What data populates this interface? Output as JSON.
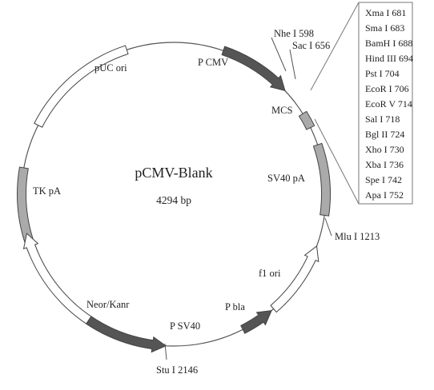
{
  "plasmid": {
    "name": "pCMV-Blank",
    "size": "4294 bp"
  },
  "features": [
    {
      "id": "pcmv",
      "label": "P CMV",
      "fill": "#555555"
    },
    {
      "id": "puc",
      "label": "pUC ori",
      "fill": "#ffffff"
    },
    {
      "id": "tkpa",
      "label": "TK pA",
      "fill": "#aaaaaa"
    },
    {
      "id": "neo",
      "label": "Neor/Kanr",
      "fill": "#ffffff"
    },
    {
      "id": "psv40",
      "label": "P SV40",
      "fill": "#555555"
    },
    {
      "id": "pbla",
      "label": "P bla",
      "fill": "#555555"
    },
    {
      "id": "f1",
      "label": "f1 ori",
      "fill": "#ffffff"
    },
    {
      "id": "sv40pa",
      "label": "SV40 pA",
      "fill": "#aaaaaa"
    },
    {
      "id": "mcs",
      "label": "MCS",
      "fill": "#aaaaaa"
    }
  ],
  "sites": {
    "nhe": "Nhe I 598",
    "sac": "Sac I 656",
    "mlu": "Mlu I 1213",
    "stu": "Stu I 2146"
  },
  "mcs_sites": [
    "Xma I 681",
    "Sma I 683",
    "BamH I 688",
    "Hind  III 694",
    "Pst I 704",
    "EcoR I 706",
    "EcoR V 714",
    "Sal I 718",
    "Bgl II 724",
    "Xho I 730",
    "Xba I 736",
    "Spe I 742",
    "Apa I 752"
  ],
  "colors": {
    "dark": "#555555",
    "gray": "#aaaaaa",
    "line": "#555555"
  }
}
